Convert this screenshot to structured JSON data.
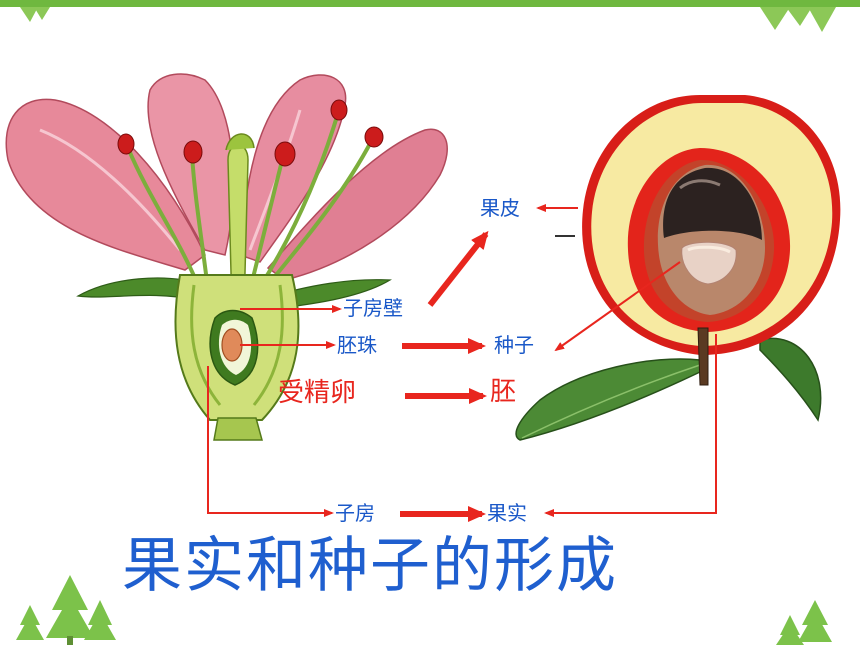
{
  "slide": {
    "title": "果实和种子的形成"
  },
  "labels": {
    "pericarp": "果皮",
    "ovary_wall": "子房壁",
    "ovule": "胚珠",
    "seed": "种子",
    "fertilized_egg": "受精卵",
    "embryo": "胚",
    "ovary": "子房",
    "fruit": "果实"
  },
  "colors": {
    "arrow": "#e8261e",
    "label_text": "#1a58c8",
    "title_text": "#1f5fcf",
    "accent_green": "#6fb83f"
  }
}
